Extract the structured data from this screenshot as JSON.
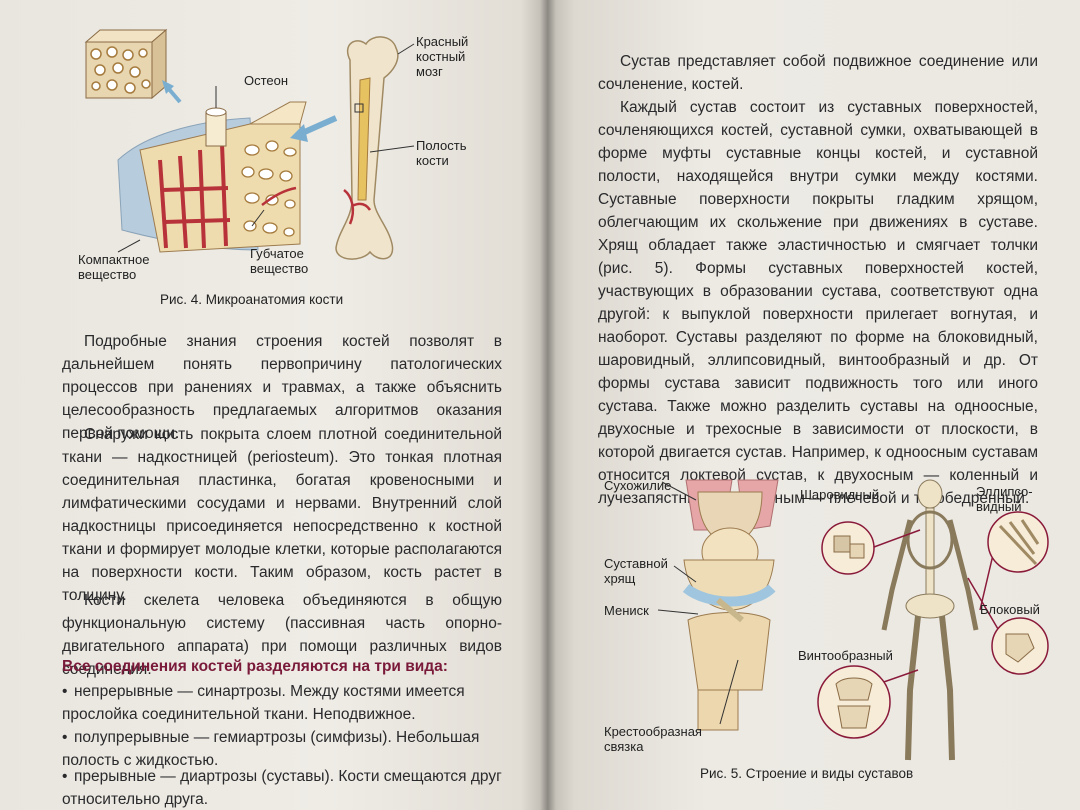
{
  "left_page": {
    "figure4": {
      "labels": {
        "osteon": "Остеон",
        "compact": "Компактное\nвещество",
        "spongy": "Губчатое\nвещество",
        "marrow": "Красный\nкостный\nмозг",
        "cavity": "Полость\nкости"
      },
      "caption": "Рис. 4. Микроанатомия кости"
    },
    "para1": "Подробные знания строения костей позволят в дальнейшем понять первопричину патологических процессов при ранениях и травмах, а также объяснить целесообразность предлагаемых алгоритмов оказания первой помощи.",
    "para2": "Снаружи кость покрыта слоем плотной соединительной ткани — надкостницей (periosteum). Это тонкая плотная соединительная пластинка, богатая кровеносными и лимфатическими сосудами и нервами. Внутренний слой надкостницы присоединяется непосредственно к костной ткани и формирует молодые клетки, которые располагаются на поверхности кости. Таким образом, кость растет в толщину.",
    "para3": "Кости скелета человека объединяются в общую функциональную систему (пассивная часть опорно-двигательного аппарата) при помощи различных видов соединения.",
    "bold_statement": "Все соединения костей разделяются на три вида:",
    "bullets": [
      "непрерывные — синартрозы. Между костями имеется прослойка соединительной ткани. Неподвижное.",
      "полупрерывные — гемиартрозы (симфизы). Небольшая полость с жидкостью.",
      "прерывные — диартрозы (суставы). Кости смещаются друг относительно друга."
    ]
  },
  "right_page": {
    "para1": "Сустав представляет собой подвижное соединение или сочленение, костей.",
    "para2": "Каждый сустав состоит из суставных поверхностей, сочленяющихся костей, суставной сумки, охватывающей в форме муфты суставные концы костей, и суставной полости, находящейся внутри сумки между костями. Суставные поверхности покрыты гладким хрящом, облегчающим их скольжение при движениях в суставе. Хрящ обладает также эластичностью и смягчает толчки (рис. 5). Формы суставных поверхностей костей, участвующих в образовании сустава, соответствуют одна другой: к выпуклой поверхности прилегает вогнутая, и наоборот. Суставы разделяют по форме на блоковидный, шаровидный, эллипсовидный, винтообразный и др. От формы сустава зависит подвижность того или иного сустава. Также можно разделить суставы на одноосные, двухосные и трехосные в зависимости от плоскости, в которой двигается сустав. Например, к одноосным суставам относится локтевой сустав, к двухосным — коленный и лучезапястный, к трехосным — плечевой и тазобедренный.",
    "figure5": {
      "labels": {
        "tendon": "Сухожилие",
        "cartilage": "Суставной\nхрящ",
        "meniscus": "Мениск",
        "ligament": "Крестообразная\nсвязка",
        "ball": "Шаровидный",
        "ellipsoid": "Эллипсо-\nвидный",
        "hinge": "Блоковый",
        "screw": "Винтообразный"
      },
      "caption": "Рис. 5. Строение и виды суставов"
    }
  }
}
